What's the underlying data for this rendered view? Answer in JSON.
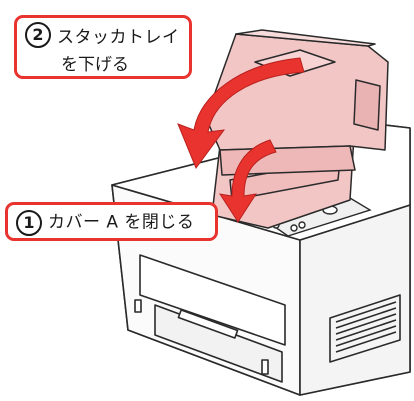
{
  "steps": [
    {
      "number": "2",
      "line1": "スタッカトレイ",
      "line2": "を下げる"
    },
    {
      "number": "1",
      "text": "カバー A を閉じる"
    }
  ],
  "colors": {
    "callout_border": "#e8332e",
    "arrow": "#e8332e",
    "tray": "#f3c6c6",
    "printer_body": "#ffffff",
    "outline": "#2a2a2a"
  }
}
